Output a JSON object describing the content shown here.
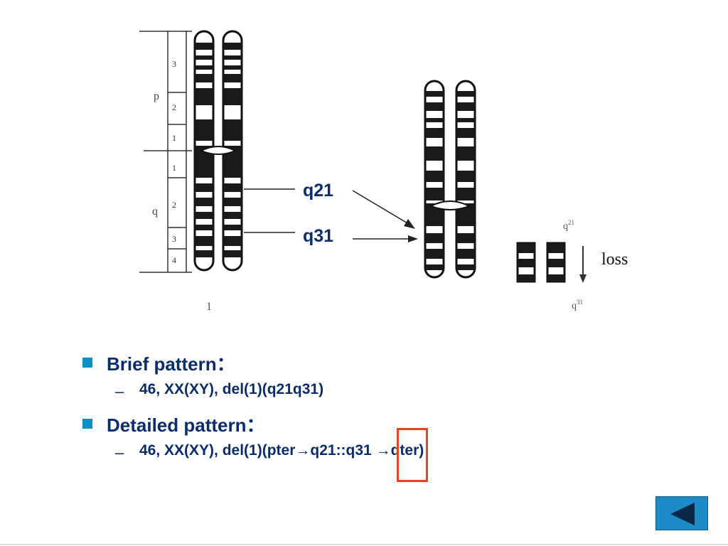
{
  "diagram": {
    "band_q21": "q21",
    "band_q31": "q31",
    "arm_p": "p",
    "arm_q": "q",
    "chromosome_number": "1",
    "region_numbers": [
      "3",
      "2",
      "1",
      "1",
      "2",
      "3",
      "4"
    ],
    "small_q21": "q",
    "small_q21_sup": "21",
    "small_q31": "q",
    "small_q31_sup": "31",
    "loss": "loss"
  },
  "bullets": [
    {
      "title": "Brief pattern：",
      "detail": "46, XX(XY), del(1)(q21q31)"
    },
    {
      "title": "Detailed pattern：",
      "detail": "46, XX(XY), del(1)(pter→q21::q31 →qter)"
    }
  ],
  "colors": {
    "bullet": "#0d8fc7",
    "text": "#0b2d6b",
    "highlight": "#e8431f",
    "nav_button": "#1e8bc9"
  },
  "nav": {
    "back_icon": "triangle-left-icon"
  }
}
